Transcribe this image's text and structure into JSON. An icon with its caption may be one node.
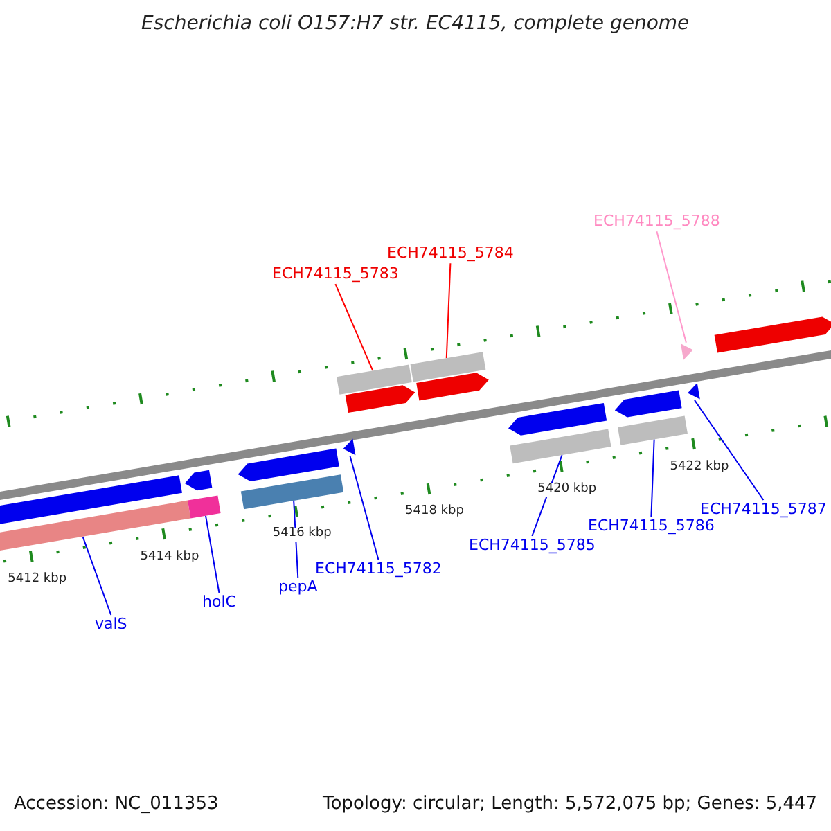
{
  "diagram": {
    "title": "Escherichia coli O157:H7 str. EC4115, complete genome",
    "nodes": [
      {
        "text": [
          "ECH74115_5788"
        ]
      },
      {
        "text": [
          "ECH74115_5784"
        ]
      },
      {
        "text": [
          "ECH74115_5783"
        ]
      },
      {
        "text": [
          "ECH74115_5787"
        ]
      },
      {
        "text": [
          "ECH74115_5786"
        ]
      },
      {
        "text": [
          "ECH74115_5785"
        ]
      },
      {
        "text": [
          "ECH74115_5782"
        ]
      },
      {
        "text": [
          "pepA"
        ]
      },
      {
        "text": [
          "holC"
        ]
      },
      {
        "text": [
          "valS"
        ]
      },
      {
        "text": [],
        "shape": "arrow"
      },
      {
        "text": [],
        "shape": "bar"
      },
      {
        "text": [],
        "shape": "arrow"
      },
      {
        "text": [],
        "shape": "bar"
      },
      {
        "text": [],
        "shape": "arrow"
      },
      {
        "text": [],
        "shape": "bar"
      },
      {
        "text": [],
        "shape": "triangle"
      },
      {
        "text": [],
        "shape": "bar"
      },
      {
        "text": [],
        "shape": "arrow"
      },
      {
        "text": [],
        "shape": "bar"
      },
      {
        "text": [],
        "shape": "arrow"
      },
      {
        "text": [],
        "shape": "arrow"
      },
      {
        "text": [],
        "shape": "bar"
      },
      {
        "text": [],
        "shape": "arrow"
      },
      {
        "text": [],
        "shape": "bar"
      },
      {
        "text": [],
        "shape": "triangle"
      },
      {
        "text": [],
        "shape": "triangle"
      },
      {
        "text": [],
        "shape": "arrow"
      }
    ],
    "edges": [
      {
        "from": 9,
        "to": 11,
        "arrow": "none"
      },
      {
        "from": 8,
        "to": 13,
        "arrow": "none"
      },
      {
        "from": 7,
        "to": 15,
        "arrow": "none"
      },
      {
        "from": 6,
        "to": 16,
        "arrow": "none"
      },
      {
        "from": 2,
        "to": 17,
        "arrow": "none",
        "color": "#ff0000"
      },
      {
        "from": 1,
        "to": 19,
        "arrow": "none",
        "color": "#ff0000"
      },
      {
        "from": 5,
        "to": 22,
        "arrow": "none"
      },
      {
        "from": 4,
        "to": 24,
        "arrow": "none"
      },
      {
        "from": 3,
        "to": 25,
        "arrow": "none"
      },
      {
        "from": 0,
        "to": 26,
        "arrow": "none",
        "color": "#ff99cc"
      }
    ],
    "labels": [
      "5412 kbp",
      "5414 kbp",
      "5416 kbp",
      "5418 kbp",
      "5420 kbp",
      "5422 kbp",
      "Accession: NC_011353",
      "Topology: circular; Length: 5,572,075 bp; Genes: 5,447"
    ]
  }
}
